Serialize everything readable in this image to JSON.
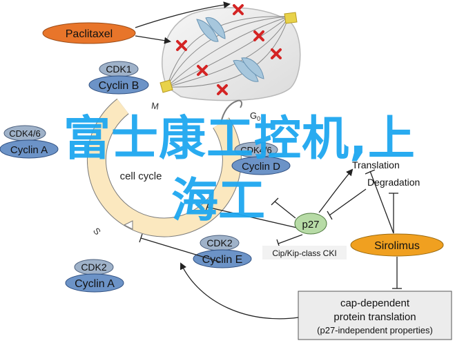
{
  "drug_paclitaxel": "Paclitaxel",
  "drug_sirolimus": "Sirolimus",
  "complexes": {
    "top": {
      "kinase": "CDK1",
      "cyclin": "Cyclin B"
    },
    "left": {
      "kinase": "CDK4/6",
      "cyclin": "Cyclin A"
    },
    "center_right": {
      "kinase": "CDK4/6",
      "cyclin": "Cyclin D"
    },
    "mid_bottom": {
      "kinase": "CDK2",
      "cyclin": "Cyclin E"
    },
    "bottom_left": {
      "kinase": "CDK2",
      "cyclin": "Cyclin A"
    }
  },
  "cycle": {
    "center_label": "cell cycle",
    "phase_m": "M",
    "phase_s": "S",
    "phase_g0": "G",
    "phase_g0_sub": "0"
  },
  "p27": "p27",
  "cki_label": "Cip/Kip-class CKI",
  "translation": "Translation",
  "degradation": "Degradation",
  "box_lines": [
    "cap-dependent",
    "protein translation",
    "(p27-independent properties)"
  ],
  "watermark_line1": "富士康工控机,上",
  "watermark_line2": "海工",
  "colors": {
    "paclitaxel": "#e8752a",
    "sirolimus": "#f0a020",
    "cdk": "#9fb2c9",
    "cyclin": "#6c93c7",
    "p27": "#b7dba6",
    "cycle_ring": "#fbe8bf",
    "box": "#ececec",
    "x_mark": "#d42424",
    "spindle": "#a7c7dd",
    "watermark": "#1ea7f0"
  }
}
